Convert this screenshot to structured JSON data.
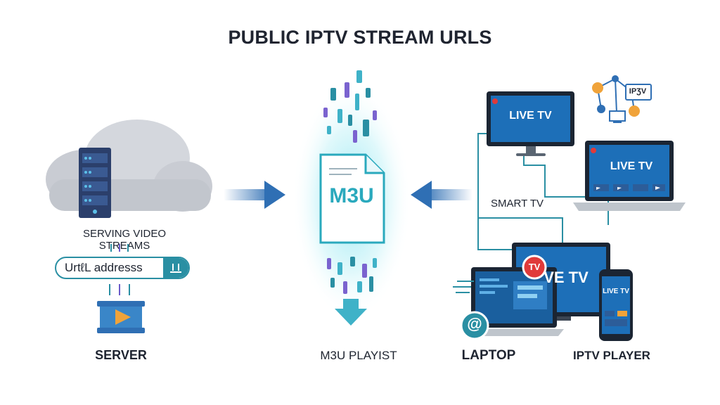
{
  "title": "PUBLIC IPTV STREAM URLS",
  "server_section": {
    "caption": "SERVING VIDEO STREAMS",
    "url_field_text": "UrtℓL addresss",
    "label": "SERVER"
  },
  "playlist_section": {
    "file_label": "M3U",
    "label": "M3U PLAYIST"
  },
  "devices_section": {
    "monitor_screen": "LIVE TV",
    "laptop_top_screen": "LIVE TV",
    "smart_tv_label": "SMART TV",
    "big_tv_screen": "VE TV",
    "tv_badge": "TV",
    "phone_screen": "LIVE TV",
    "network_badge": "IPƷV",
    "at_symbol": "@",
    "laptop_label": "LAPTOP",
    "player_label": "IPTV PLAYER"
  },
  "colors": {
    "teal": "#2a8fa3",
    "accent_blue": "#2f6fb4",
    "orange": "#f0a33a",
    "red": "#e03a3a",
    "screen_blue": "#1d6fb8"
  }
}
